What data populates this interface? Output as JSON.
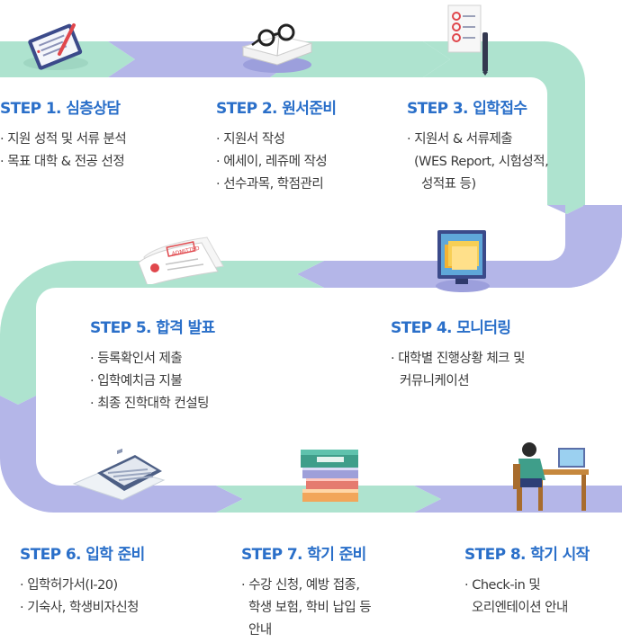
{
  "colors": {
    "title_blue": "#2a6fc9",
    "ribbon_green": "#aee3cf",
    "ribbon_purple": "#b4b6e8",
    "text": "#3a3a3a"
  },
  "steps": [
    {
      "title": "STEP 1. 심층상담",
      "lines": [
        "· 지원 성적 및 서류 분석",
        "· 목표 대학 & 전공 선정"
      ],
      "icon": "tablet-checklist-icon"
    },
    {
      "title": "STEP 2. 원서준비",
      "lines": [
        "· 지원서 작성",
        "· 에세이, 레쥬메 작성",
        "· 선수과목, 학점관리"
      ],
      "icon": "book-glasses-icon"
    },
    {
      "title": "STEP 3. 입학접수",
      "lines": [
        "· 지원서 & 서류제출",
        "(WES Report, 시험성적,",
        "성적표 등)"
      ],
      "icon": "checklist-pen-icon"
    },
    {
      "title": "STEP 4. 모니터링",
      "lines": [
        "· 대학별 진행상황 체크 및",
        "커뮤니케이션"
      ],
      "icon": "monitor-folders-icon"
    },
    {
      "title": "STEP 5. 합격 발표",
      "lines": [
        "· 등록확인서 제출",
        "· 입학예치금 지불",
        "· 최종 진학대학 컨설팅"
      ],
      "icon": "admitted-letter-icon"
    },
    {
      "title": "STEP 6. 입학 준비",
      "lines": [
        "· 입학허가서(I-20)",
        "· 기숙사, 학생비자신청"
      ],
      "icon": "calculator-icon"
    },
    {
      "title": "STEP 7. 학기 준비",
      "lines": [
        "· 수강 신청, 예방 접종,",
        "학생 보험, 학비 납입 등",
        "안내"
      ],
      "icon": "book-stack-icon"
    },
    {
      "title": "STEP 8. 학기 시작",
      "lines": [
        "· Check-in 및",
        "오리엔테이션 안내"
      ],
      "icon": "student-desk-icon"
    }
  ]
}
